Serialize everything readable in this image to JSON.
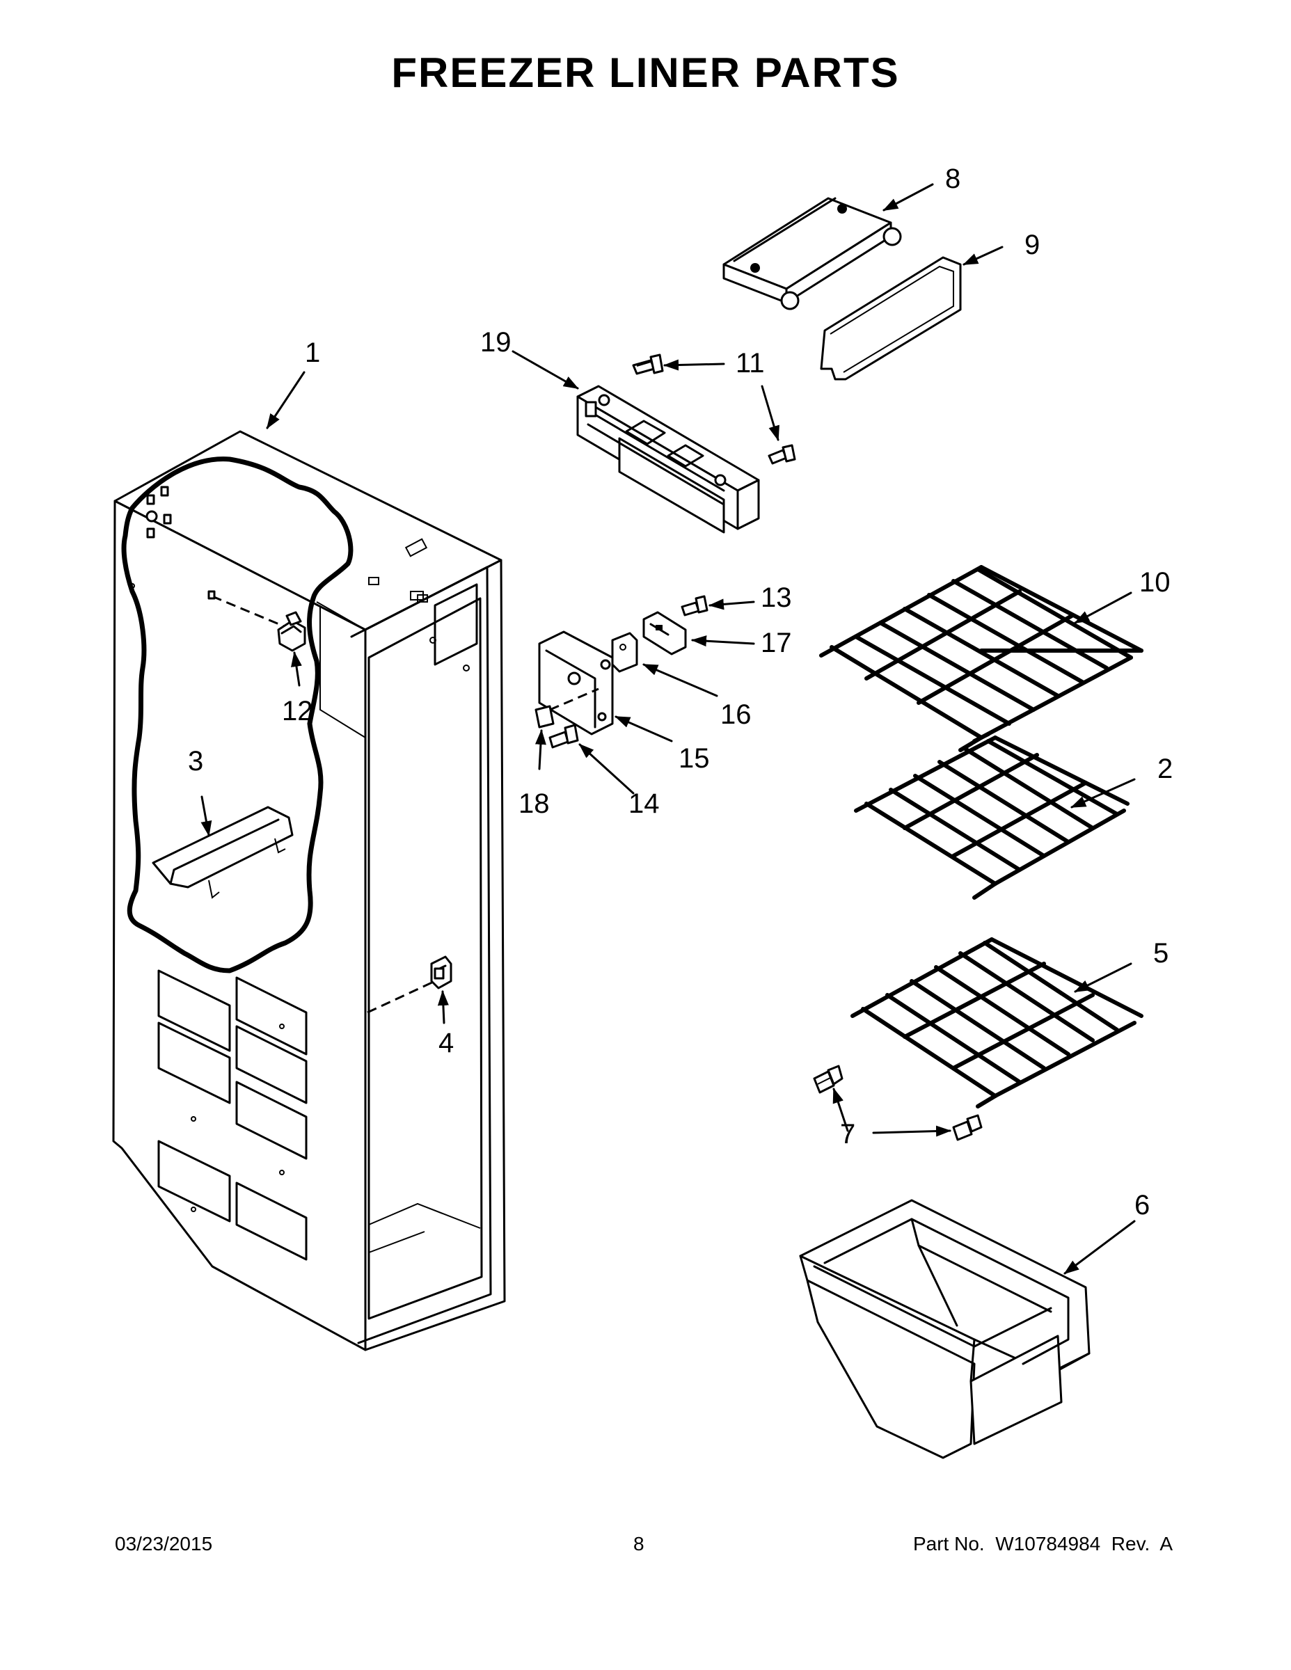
{
  "title": "FREEZER LINER PARTS",
  "callouts": [
    "1",
    "2",
    "3",
    "4",
    "5",
    "6",
    "7",
    "8",
    "9",
    "10",
    "11",
    "12",
    "13",
    "14",
    "15",
    "16",
    "17",
    "18",
    "19"
  ],
  "footer": {
    "date": "03/23/2015",
    "page": "8",
    "part": "Part No.  W10784984  Rev.  A"
  }
}
